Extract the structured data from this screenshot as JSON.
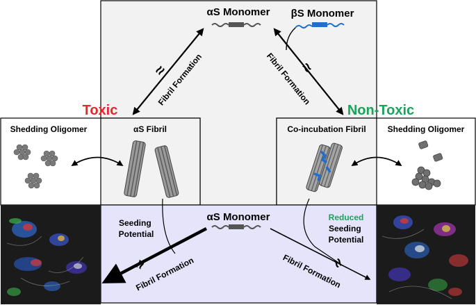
{
  "labels": {
    "as_monomer_top": "αS Monomer",
    "bs_monomer": "βS Monomer",
    "fibril_formation_left": "Fibril Formation",
    "fibril_formation_right": "Fibril Formation",
    "toxic": "Toxic",
    "non_toxic": "Non-Toxic",
    "shedding_oligomer_left": "Shedding Oligomer",
    "as_fibril": "αS Fibril",
    "coincubation_fibril": "Co-incubation Fibril",
    "shedding_oligomer_right": "Shedding Oligomer",
    "as_monomer_bottom": "αS Monomer",
    "seeding_potential": "Seeding\nPotential",
    "reduced": "Reduced",
    "reduced_seeding_potential": "Seeding\nPotential",
    "fibril_formation_bottom_left": "Fibril Formation",
    "fibril_formation_bottom_right": "Fibril Formation",
    "break_symbol": "≈"
  },
  "colors": {
    "toxic": "#e8262b",
    "non_toxic": "#1aa35a",
    "reduced": "#1aa35a",
    "top_panel_bg": "#f2f2f2",
    "bottom_panel_bg": "#e5e4fb",
    "fibril": "#8c8c8c",
    "fibril_dark": "#555555",
    "bs_blue": "#1f6fd1",
    "monomer_gray": "#555555",
    "oligomer": "#7a7a7a",
    "micrograph_bg": "#1b1b1b"
  }
}
